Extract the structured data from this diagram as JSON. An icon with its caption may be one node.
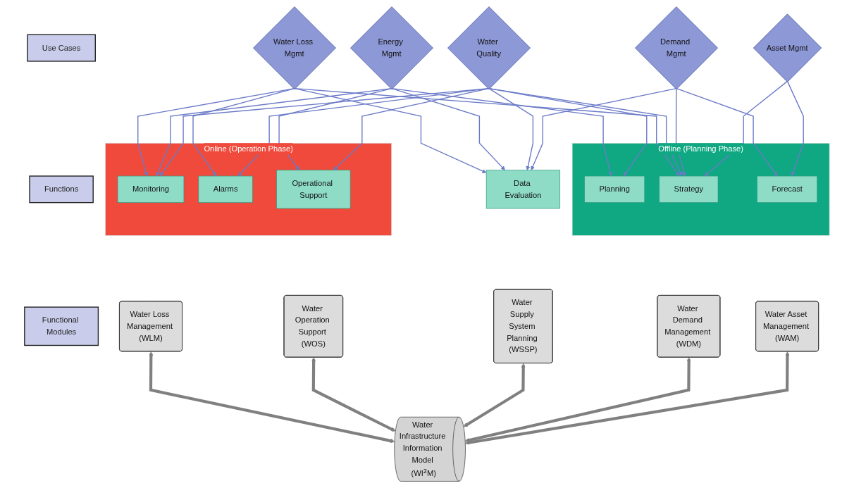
{
  "diagram": {
    "nodes": [
      {
        "text": [
          "Use Cases"
        ]
      },
      {
        "text": [
          "Water Loss Mgmt"
        ]
      },
      {
        "text": [
          "Energy Mgmt"
        ]
      },
      {
        "text": [
          "Water Quality"
        ]
      },
      {
        "text": [
          "Demand Mgmt"
        ]
      },
      {
        "text": [
          "Asset Mgmt"
        ]
      },
      {
        "text": [
          "Functions"
        ]
      },
      {
        "text": [
          "Online (Operation Phase)"
        ]
      },
      {
        "text": [
          "Monitoring"
        ],
        "in": 7
      },
      {
        "text": [
          "Alarms"
        ],
        "in": 7
      },
      {
        "text": [
          "Operational Support"
        ],
        "in": 7
      },
      {
        "text": [
          "Data Evaluation"
        ]
      },
      {
        "text": [
          "Offline (Planning Phase)"
        ]
      },
      {
        "text": [
          "Planning"
        ],
        "in": 12
      },
      {
        "text": [
          "Strategy"
        ],
        "in": 12
      },
      {
        "text": [
          "Forecast"
        ],
        "in": 12
      },
      {
        "text": [
          "Functional Modules"
        ]
      },
      {
        "text": [
          "Water Loss Management (WLM)"
        ]
      },
      {
        "text": [
          "Water Operation Support (WOS)"
        ]
      },
      {
        "text": [
          "Water Supply System Planning (WSSP)"
        ]
      },
      {
        "text": [
          "Water Demand Management (WDM)"
        ]
      },
      {
        "text": [
          "Water Asset Management (WAM)"
        ]
      },
      {
        "text": [
          "Water Infrastructure Information Model (WI$^{2}$M)"
        ]
      }
    ],
    "edges": [
      {
        "from": 1,
        "to": 8,
        "arrow": "to"
      },
      {
        "from": 1,
        "to": 9,
        "arrow": "to"
      },
      {
        "from": 1,
        "to": 11,
        "arrow": "to"
      },
      {
        "from": 1,
        "to": 14,
        "arrow": "to"
      },
      {
        "from": 2,
        "to": 8,
        "arrow": "to"
      },
      {
        "from": 2,
        "to": 10,
        "arrow": "to"
      },
      {
        "from": 2,
        "to": 11,
        "arrow": "to"
      },
      {
        "from": 2,
        "to": 13,
        "arrow": "to"
      },
      {
        "from": 3,
        "to": 8,
        "arrow": "to"
      },
      {
        "from": 3,
        "to": 9,
        "arrow": "to"
      },
      {
        "from": 3,
        "to": 10,
        "arrow": "to"
      },
      {
        "from": 3,
        "to": 11,
        "arrow": "to"
      },
      {
        "from": 3,
        "to": 13,
        "arrow": "to"
      },
      {
        "from": 3,
        "to": 14,
        "arrow": "to"
      },
      {
        "from": 4,
        "to": 11,
        "arrow": "to"
      },
      {
        "from": 4,
        "to": 14,
        "arrow": "to"
      },
      {
        "from": 4,
        "to": 15,
        "arrow": "to"
      },
      {
        "from": 5,
        "to": 14,
        "arrow": "to"
      },
      {
        "from": 5,
        "to": 15,
        "arrow": "to"
      },
      {
        "from": 17,
        "to": 22,
        "arrow": "both",
        "style": "thick",
        "color": "#808080"
      },
      {
        "from": 18,
        "to": 22,
        "arrow": "both",
        "style": "thick",
        "color": "#808080"
      },
      {
        "from": 19,
        "to": 22,
        "arrow": "both",
        "style": "thick",
        "color": "#808080"
      },
      {
        "from": 20,
        "to": 22,
        "arrow": "both",
        "style": "thick",
        "color": "#808080"
      },
      {
        "from": 21,
        "to": 22,
        "arrow": "both",
        "style": "thick",
        "color": "#808080"
      }
    ]
  }
}
